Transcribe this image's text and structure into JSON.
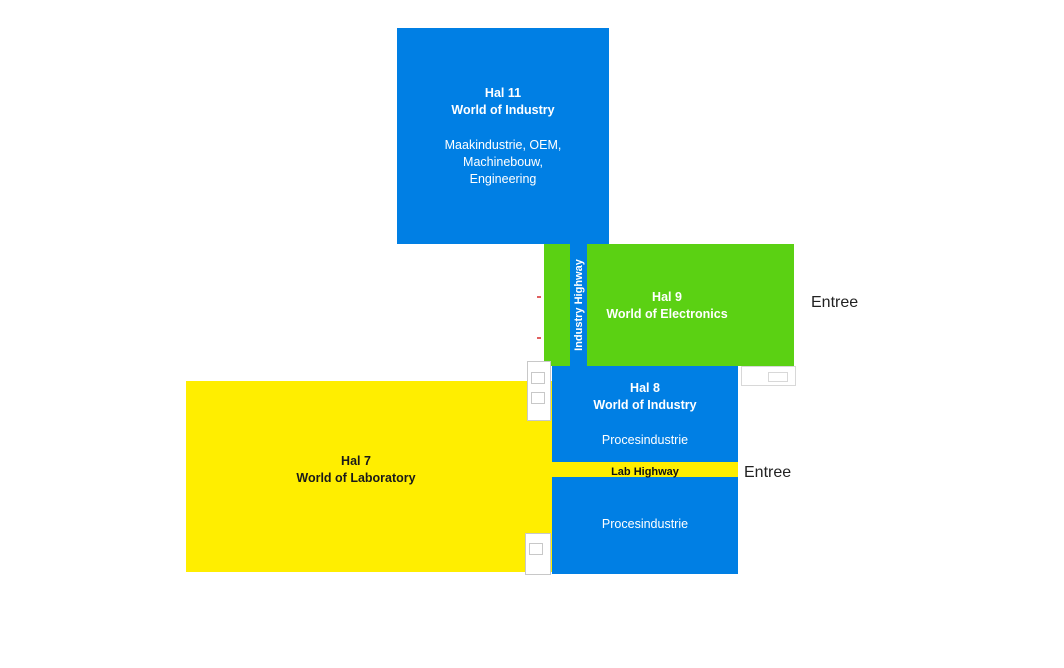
{
  "halls": {
    "hal11": {
      "name": "Hal 11",
      "theme": "World of Industry",
      "desc1": "Maakindustrie, OEM,",
      "desc2": "Machinebouw,",
      "desc3": "Engineering",
      "color": "#007fe4"
    },
    "hal9": {
      "name": "Hal 9",
      "theme": "World of Electronics",
      "color": "#5bd113"
    },
    "hal8": {
      "name": "Hal 8",
      "theme": "World of Industry",
      "desc_upper": "Procesindustrie",
      "desc_lower": "Procesindustrie",
      "color": "#007fe4"
    },
    "hal7": {
      "name": "Hal 7",
      "theme": "World of Laboratory",
      "color": "#ffee00"
    }
  },
  "roads": {
    "industry_highway": "Industry Highway",
    "lab_highway": "Lab Highway"
  },
  "entrances": {
    "east_hal9": "Entree",
    "east_hal8": "Entree"
  }
}
